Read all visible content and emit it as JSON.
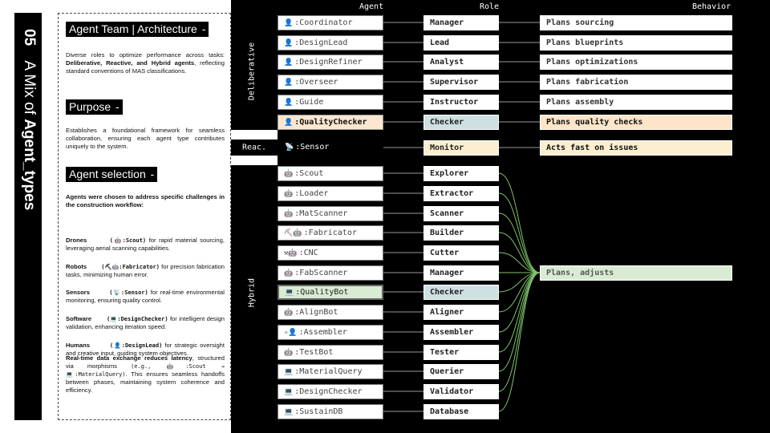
{
  "sidebar": {
    "number": "05",
    "title_light": "A Mix of",
    "title_bold": "Agent_types"
  },
  "panel": {
    "sections": [
      {
        "heading": "Agent Team | Architecture",
        "dash": "-"
      },
      {
        "heading": "Purpose",
        "dash": "-"
      },
      {
        "heading": "Agent selection",
        "dash": "-"
      }
    ],
    "architecture_text_pre": "Diverse roles to optimize performance across tasks:",
    "architecture_text_bold": "Deliberative, Reactive, and Hybrid agents",
    "architecture_text_post": ", reflecting standard conventions of MAS classifications.",
    "purpose_text": "Establishes a foundational framework for seamless collaboration, ensuring each agent type contributes uniquely to the system.",
    "selection_intro": "Agents were chosen to address specific challenges in the construction workflow:",
    "items": [
      {
        "label": "Drones",
        "agent": "(🤖:Scout)",
        "text": " for rapid material sourcing, leveraging aerial scanning capabilities."
      },
      {
        "label": "Robots",
        "agent": "(⛏🤖:Fabricator)",
        "text": " for precision fabrication tasks, minimizing human error."
      },
      {
        "label": "Sensors",
        "agent": "(📡:Sensor)",
        "text": " for real-time environmental monitoring, ensuring quality control."
      },
      {
        "label": "Software",
        "agent": "(💻:DesignChecker)",
        "text": " for intelligent design validation, enhancing iteration speed."
      },
      {
        "label": "Humans",
        "agent": "(👤:DesignLead)",
        "text": " for strategic oversight and creative input, guiding system objectives."
      }
    ],
    "latency_bold": "Real-time data exchange reduces latency",
    "latency_mid": ", structured via morphisms ",
    "latency_mono": "(e.g., 🤖:Scout → 💻:MaterialQuery)",
    "latency_end": ". This ensures seamless handoffs between phases, maintaining system coherence and efficiency."
  },
  "diagram": {
    "columns": {
      "agent": "Agent",
      "role": "Role",
      "behavior": "Behavior"
    },
    "groups": {
      "deliberative": "Deliberative",
      "reactive": "Reac.",
      "hybrid": "Hybrid"
    },
    "deliberative": [
      {
        "icon": "👤",
        "agent": ":Coordinator",
        "role": "Manager",
        "behavior": "Plans sourcing"
      },
      {
        "icon": "👤",
        "agent": ":DesignLead",
        "role": "Lead",
        "behavior": "Plans blueprints"
      },
      {
        "icon": "👤",
        "agent": ":DesignRefiner",
        "role": "Analyst",
        "behavior": "Plans optimizations"
      },
      {
        "icon": "👤",
        "agent": ":Overseer",
        "role": "Supervisor",
        "behavior": "Plans fabrication"
      },
      {
        "icon": "👤",
        "agent": ":Guide",
        "role": "Instructor",
        "behavior": "Plans assembly"
      },
      {
        "icon": "👤",
        "agent": ":QualityChecker",
        "role": "Checker",
        "behavior": "Plans quality checks"
      }
    ],
    "reactive": {
      "icon": "📡",
      "agent": ":Sensor",
      "role": "Monitor",
      "behavior": "Acts fast on issues"
    },
    "hybrid_behavior": "Plans, adjusts",
    "hybrid": [
      {
        "icon": "🤖",
        "agent": ":Scout",
        "role": "Explorer"
      },
      {
        "icon": "🤖",
        "agent": ":Loader",
        "role": "Extractor"
      },
      {
        "icon": "🤖",
        "agent": ":MatScanner",
        "role": "Scanner"
      },
      {
        "icon": "⛏🤖",
        "agent": ":Fabricator",
        "role": "Builder"
      },
      {
        "icon": "⚒🤖",
        "agent": ":CNC",
        "role": "Cutter"
      },
      {
        "icon": "🤖",
        "agent": ":FabScanner",
        "role": "Manager"
      },
      {
        "icon": "💻",
        "agent": ":QualityBot",
        "role": "Checker"
      },
      {
        "icon": "🤖",
        "agent": ":AlignBot",
        "role": "Aligner"
      },
      {
        "icon": "✧👤",
        "agent": ":Assembler",
        "role": "Assembler"
      },
      {
        "icon": "🤖",
        "agent": ":TestBot",
        "role": "Tester"
      },
      {
        "icon": "💻",
        "agent": ":MaterialQuery",
        "role": "Querier"
      },
      {
        "icon": "💻",
        "agent": ":DesignChecker",
        "role": "Validator"
      },
      {
        "icon": "💻",
        "agent": ":SustainDB",
        "role": "Database"
      }
    ],
    "colors": {
      "link_gray": "#9a9a9a",
      "link_green": "#7ec46a"
    }
  }
}
